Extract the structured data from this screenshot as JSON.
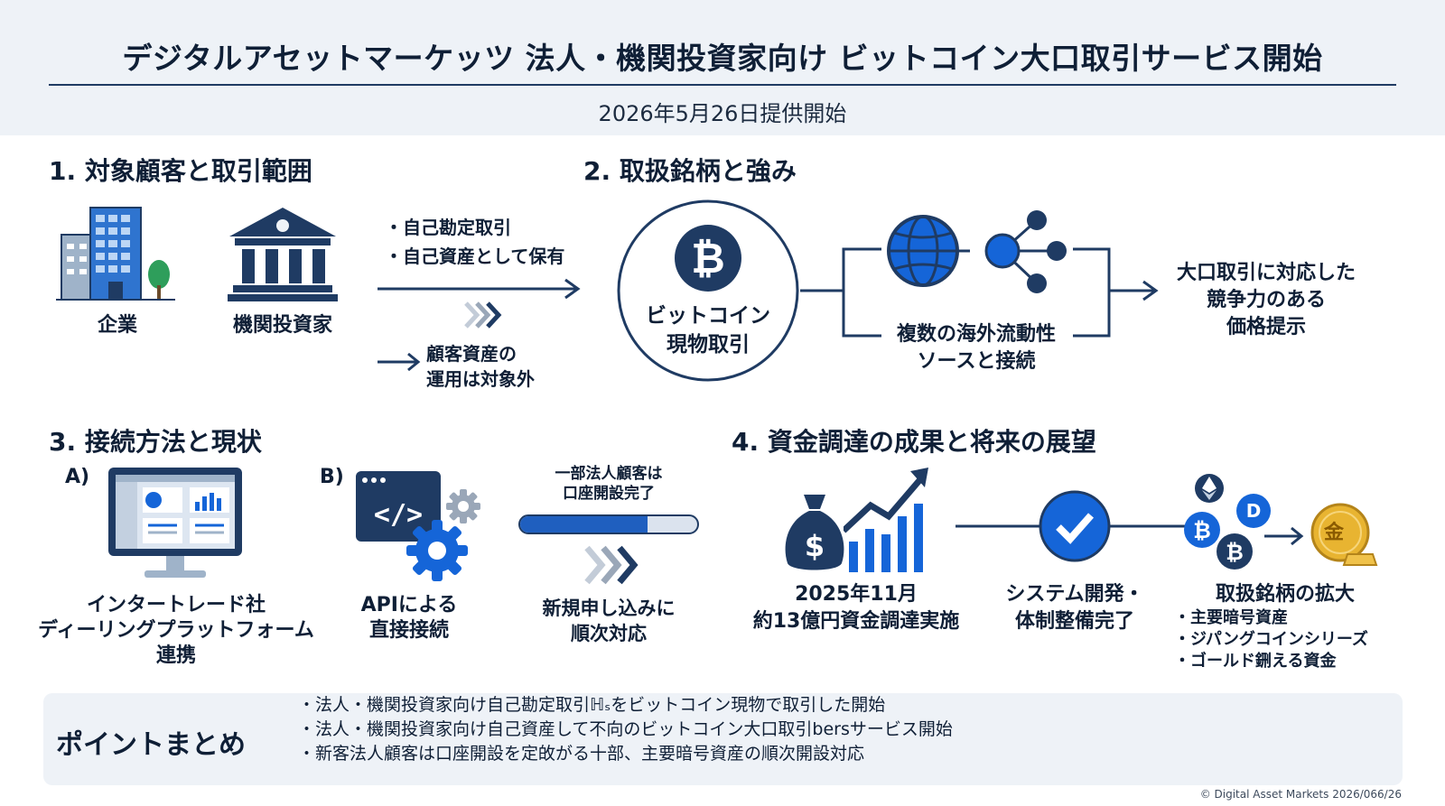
{
  "header": {
    "title": "デジタルアセットマーケッツ 法人・機関投資家向け ビットコイン大口取引サービス開始",
    "subtitle": "2026年5月26日提供開始"
  },
  "section1": {
    "title": "1. 対象顧客と取引範囲",
    "company_label": "企業",
    "investor_label": "機関投資家",
    "scope_items": [
      "・自己勘定取引",
      "・自己資産として保有"
    ],
    "excluded_line1": "顧客資産の",
    "excluded_line2": "運用は対象外"
  },
  "section2": {
    "title": "2. 取扱銘柄と強み",
    "btc_line1": "ビットコイン",
    "btc_line2": "現物取引",
    "liquidity_line1": "複数の海外流動性",
    "liquidity_line2": "ソースと接続",
    "result_line1": "大口取引に対応した",
    "result_line2": "競争力のある",
    "result_line3": "価格提示"
  },
  "section3": {
    "title": "3. 接続方法と現状",
    "a_label": "A)",
    "a_line1": "インタートレード社",
    "a_line2": "ディーリングプラットフォーム",
    "a_line3": "連携",
    "b_label": "B)",
    "b_line1": "APIによる",
    "b_line2": "直接接続",
    "status_line1": "一部法人顧客は",
    "status_line2": "口座開設完了",
    "progress": 0.72,
    "next_line1": "新規申し込みに",
    "next_line2": "順次対応"
  },
  "section4": {
    "title": "4. 資金調達の成果と将来の展望",
    "funding_line1": "2025年11月",
    "funding_line2": "約13億円資金調達実施",
    "system_line1": "システム開発・",
    "system_line2": "体制整備完了",
    "expand_title": "取扱銘柄の拡大",
    "expand_items": [
      "・主要暗号資産",
      "・ジパングコインシリーズ",
      "・ゴールド鉶える資金"
    ],
    "gold_glyph": "金"
  },
  "summary": {
    "title": "ポイントまとめ",
    "items": [
      "・法人・機関投資家向け自己勘定取引ℍₛをビットコイン現物で取引した開始",
      "・法人・機関投資家向け自己資産して不向のビットコイン大口取引bersサービス開始",
      "・新客法人顧客は口座開設を定敀がる十部、主要暗号資産の順次開設対応"
    ]
  },
  "copyright": "© Digital Asset Markets 2026/066/26",
  "colors": {
    "navy": "#0f1f36",
    "blue": "#1f5fbf",
    "bright_blue": "#1565d8",
    "panel": "#eef2f7",
    "gold": "#e8b431"
  },
  "icons": [
    "office-building-icon",
    "bank-icon",
    "bitcoin-icon",
    "globe-icon",
    "network-icon",
    "monitor-dashboard-icon",
    "code-window-icon",
    "gear-icon",
    "money-bag-icon",
    "growth-chart-icon",
    "check-circle-icon",
    "ethereum-icon",
    "dash-icon",
    "gold-coin-icon"
  ]
}
